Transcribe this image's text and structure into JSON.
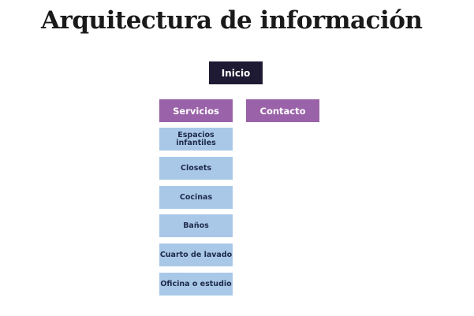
{
  "title": "Arquitectura de información",
  "root": "Inicio",
  "sections": [
    "Servicios",
    "Contacto"
  ],
  "servicios_items": [
    "Espacios infantiles",
    "Closets",
    "Cocinas",
    "Baños",
    "Cuarto de lavado",
    "Oficina o estudio"
  ],
  "colors": {
    "root": "#1e1a33",
    "section": "#9a62a8",
    "item": "#a9c8e8"
  }
}
